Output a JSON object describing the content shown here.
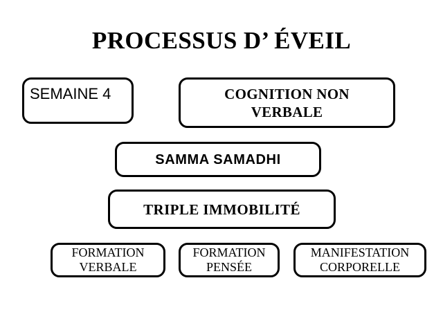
{
  "slide": {
    "title": "PROCESSUS D’ ÉVEIL",
    "background_color": "#ffffff",
    "text_color": "#000000",
    "border_color": "#000000"
  },
  "nodes": {
    "semaine": {
      "label": "SEMAINE 4"
    },
    "cognition": {
      "label": "COGNITION NON\nVERBALE"
    },
    "samma": {
      "label": "SAMMA SAMADHI"
    },
    "triple": {
      "label": "TRIPLE IMMOBILITÉ"
    },
    "formation_verbale": {
      "label": "FORMATION\nVERBALE"
    },
    "formation_pensee": {
      "label": "FORMATION\nPENSÉE"
    },
    "manifestation_corporelle": {
      "label": "MANIFESTATION\nCORPORELLE"
    }
  }
}
